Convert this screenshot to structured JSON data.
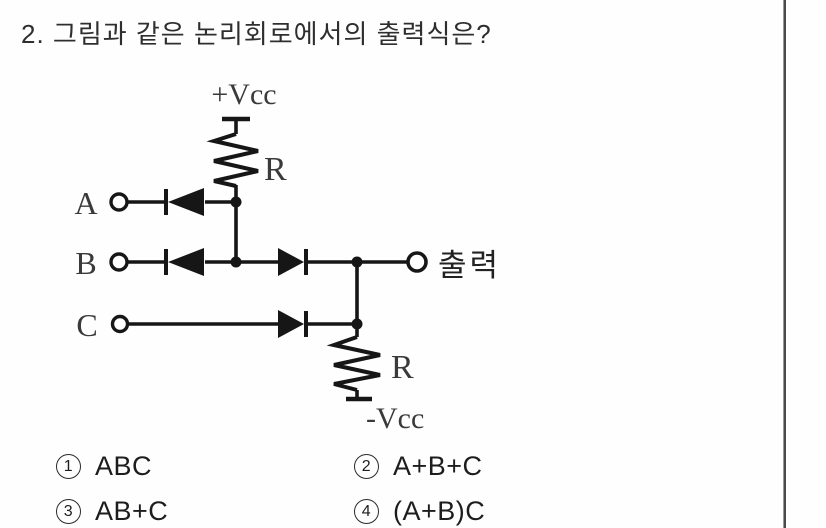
{
  "page": {
    "title": "2. 그림과 같은 논리회로에서의 출력식은?"
  },
  "circuit": {
    "labels": {
      "vcc_plus": "+Vcc",
      "resistor_top": "R",
      "input_a": "A",
      "input_b": "B",
      "input_c": "C",
      "output": "출력",
      "resistor_bottom": "R",
      "vcc_minus": "-Vcc"
    }
  },
  "options": [
    {
      "marker": "1",
      "label": "ABC"
    },
    {
      "marker": "2",
      "label": "A+B+C"
    },
    {
      "marker": "3",
      "label": "AB+C"
    },
    {
      "marker": "4",
      "label": "(A+B)C"
    }
  ]
}
